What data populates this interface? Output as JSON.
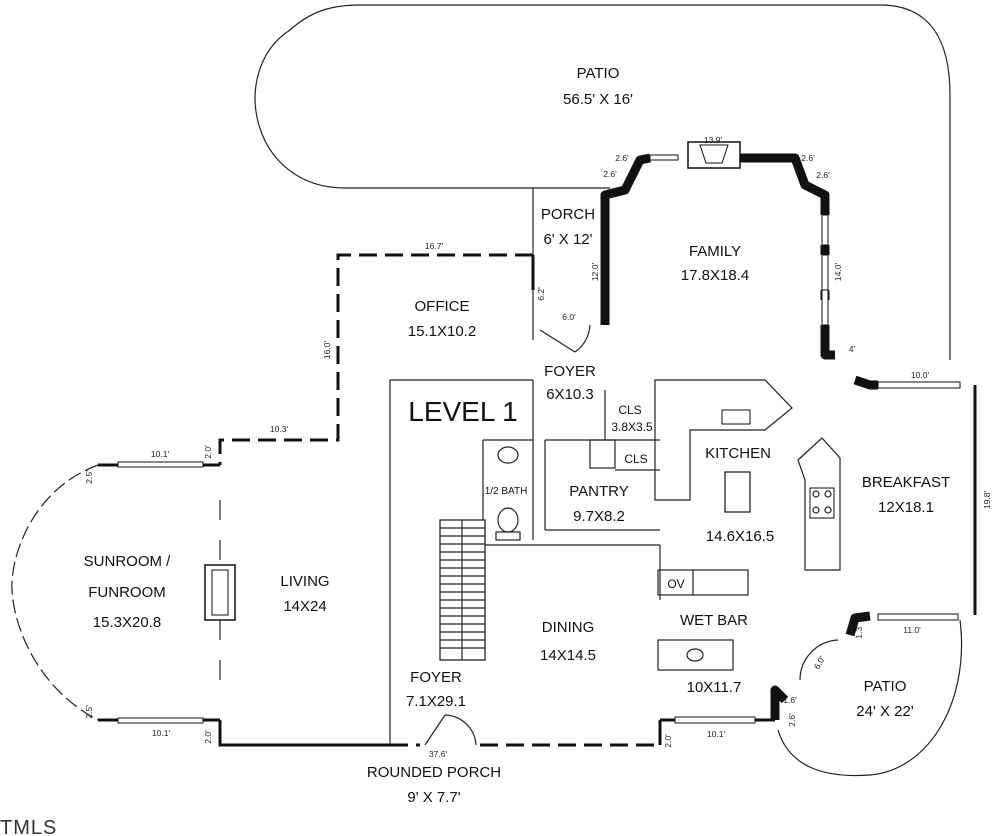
{
  "title": "LEVEL 1",
  "logo": "TMLS",
  "rooms": {
    "patio_top": {
      "name": "PATIO",
      "size": "56.5' X 16'"
    },
    "porch_top": {
      "name": "PORCH",
      "size": "6' X 12'"
    },
    "family": {
      "name": "FAMILY",
      "size": "17.8X18.4"
    },
    "office": {
      "name": "OFFICE",
      "size": "15.1X10.2"
    },
    "foyer_upper": {
      "name": "FOYER",
      "size": "6X10.3"
    },
    "cls_upper": {
      "name": "CLS",
      "size": "3.8X3.5"
    },
    "cls_lower": {
      "name": "CLS"
    },
    "kitchen": {
      "name": "KITCHEN",
      "size": "14.6X16.5"
    },
    "breakfast": {
      "name": "BREAKFAST",
      "size": "12X18.1"
    },
    "half_bath": {
      "name": "1/2 BATH"
    },
    "pantry": {
      "name": "PANTRY",
      "size": "9.7X8.2"
    },
    "sunroom": {
      "name_line1": "SUNROOM /",
      "name_line2": "FUNROOM",
      "size": "15.3X20.8"
    },
    "living": {
      "name": "LIVING",
      "size": "14X24"
    },
    "dining": {
      "name": "DINING",
      "size": "14X14.5"
    },
    "ov": {
      "name": "OV"
    },
    "wet_bar": {
      "name": "WET BAR",
      "size": "10X11.7"
    },
    "foyer_lower": {
      "name": "FOYER",
      "size": "7.1X29.1"
    },
    "patio_right": {
      "name": "PATIO",
      "size": "24' X 22'"
    },
    "rounded_porch": {
      "name": "ROUNDED PORCH",
      "size": "9' X 7.7'"
    }
  },
  "dimensions": {
    "d_13_9": "13.9'",
    "d_2_6_a": "2.6'",
    "d_2_6_b": "2.6'",
    "d_2_6_c": "2.6'",
    "d_2_6_d": "2.6'",
    "d_16_7": "16.7'",
    "d_6_2": "6.2'",
    "d_12_0": "12.0'",
    "d_6_0": "6.0'",
    "d_14_0": "14.0'",
    "d_4_0": "4'",
    "d_16_0": "16.0'",
    "d_10_3": "10.3'",
    "d_10_0": "10.0'",
    "d_10_1_a": "10.1'",
    "d_2_0_a": "2.0'",
    "d_2_5_a": "2.5'",
    "d_19_8": "19.8'",
    "d_2_5_b": "2.5'",
    "d_10_1_b": "10.1'",
    "d_2_0_b": "2.0'",
    "d_37_6": "37.6'",
    "d_2_0_c": "2.0'",
    "d_10_1_c": "10.1'",
    "d_1_3": "1.3'",
    "d_11_0": "11.0'",
    "d_6_0_b": "6.0'",
    "d_1_6": "1.6'",
    "d_2_6_e": "2.6'"
  }
}
